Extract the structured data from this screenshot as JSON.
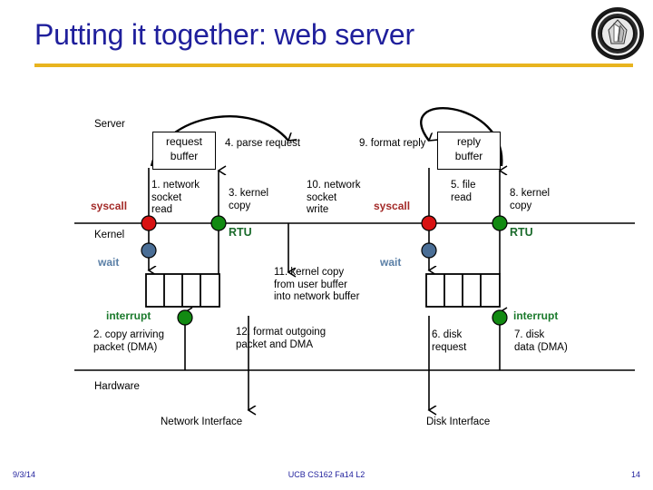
{
  "slide": {
    "title": "Putting it together: web server",
    "rule_color": "#e8b41f",
    "title_color": "#1f1f9c",
    "logo": "uc-berkeley-seal"
  },
  "footer": {
    "date": "9/3/14",
    "center": "UCB CS162 Fa14 L2",
    "page": "14"
  },
  "diagram": {
    "layers": [
      {
        "name": "Server"
      },
      {
        "name": "Kernel"
      },
      {
        "name": "Hardware"
      }
    ],
    "buffers": [
      {
        "name": "request-buffer",
        "line1": "request",
        "line2": "buffer"
      },
      {
        "name": "reply-buffer",
        "line1": "reply",
        "line2": "buffer"
      }
    ],
    "mode_labels": [
      {
        "name": "syscall-left",
        "text": "syscall",
        "color": "#a32a28"
      },
      {
        "name": "syscall-right",
        "text": "syscall",
        "color": "#a32a28"
      },
      {
        "name": "wait-left",
        "text": "wait",
        "color": "#5a7fa6"
      },
      {
        "name": "wait-right",
        "text": "wait",
        "color": "#5a7fa6"
      },
      {
        "name": "rtu-left",
        "text": "RTU",
        "color": "#1b6b2c"
      },
      {
        "name": "rtu-right",
        "text": "RTU",
        "color": "#1b6b2c"
      },
      {
        "name": "interrupt-left",
        "text": "interrupt",
        "color": "#1b7a2c"
      },
      {
        "name": "interrupt-right",
        "text": "interrupt",
        "color": "#1b7a2c"
      }
    ],
    "steps": [
      {
        "n": "1",
        "text": "1. network\nsocket\nread"
      },
      {
        "n": "2",
        "text": "2. copy arriving\npacket (DMA)"
      },
      {
        "n": "3",
        "text": "3. kernel\ncopy"
      },
      {
        "n": "4",
        "text": "4. parse request"
      },
      {
        "n": "5",
        "text": "5. file\nread"
      },
      {
        "n": "6",
        "text": "6. disk\nrequest"
      },
      {
        "n": "7",
        "text": "7. disk\ndata (DMA)"
      },
      {
        "n": "8",
        "text": "8. kernel\ncopy"
      },
      {
        "n": "9",
        "text": "9. format reply"
      },
      {
        "n": "10",
        "text": "10. network\nsocket\nwrite"
      },
      {
        "n": "11",
        "text": "11. kernel copy\nfrom user buffer\ninto network buffer"
      },
      {
        "n": "12",
        "text": "12. format outgoing\npacket and DMA"
      }
    ],
    "interfaces": [
      {
        "name": "network-interface",
        "text": "Network Interface"
      },
      {
        "name": "disk-interface",
        "text": "Disk Interface"
      }
    ],
    "dot_colors": {
      "syscall": "#d81212",
      "rtu": "#128a12",
      "wait": "#4a6e96",
      "interrupt": "#128a12"
    }
  }
}
